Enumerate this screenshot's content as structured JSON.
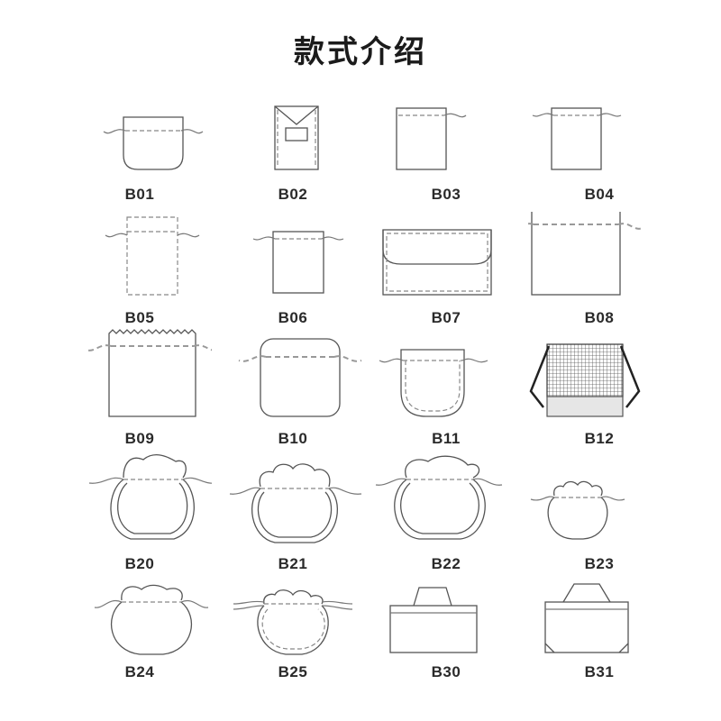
{
  "title": "款式介绍",
  "styles": [
    {
      "code": "B01",
      "icon": "drawstring-pouch-rounded-bottom-icon"
    },
    {
      "code": "B02",
      "icon": "envelope-flap-pouch-icon"
    },
    {
      "code": "B03",
      "icon": "rectangle-pouch-icon"
    },
    {
      "code": "B04",
      "icon": "drawstring-rectangle-pouch-icon"
    },
    {
      "code": "B05",
      "icon": "dashed-drawstring-pouch-icon"
    },
    {
      "code": "B06",
      "icon": "small-drawstring-pouch-icon"
    },
    {
      "code": "B07",
      "icon": "envelope-pouch-icon"
    },
    {
      "code": "B08",
      "icon": "large-drawstring-pouch-icon"
    },
    {
      "code": "B09",
      "icon": "zigzag-top-drawstring-pouch-icon"
    },
    {
      "code": "B10",
      "icon": "rounded-square-drawstring-pouch-icon"
    },
    {
      "code": "B11",
      "icon": "rounded-drawstring-pouch-icon"
    },
    {
      "code": "B12",
      "icon": "mesh-drawstring-backpack-icon"
    },
    {
      "code": "B20",
      "icon": "gourd-pouch-icon"
    },
    {
      "code": "B21",
      "icon": "gourd-pouch-ruffle-icon"
    },
    {
      "code": "B22",
      "icon": "gourd-pouch-wide-icon"
    },
    {
      "code": "B23",
      "icon": "small-ruffle-pouch-icon"
    },
    {
      "code": "B24",
      "icon": "round-bottom-pouch-icon"
    },
    {
      "code": "B25",
      "icon": "scalloped-round-pouch-icon"
    },
    {
      "code": "B30",
      "icon": "flat-tote-bag-icon"
    },
    {
      "code": "B31",
      "icon": "gusset-tote-bag-icon"
    }
  ]
}
